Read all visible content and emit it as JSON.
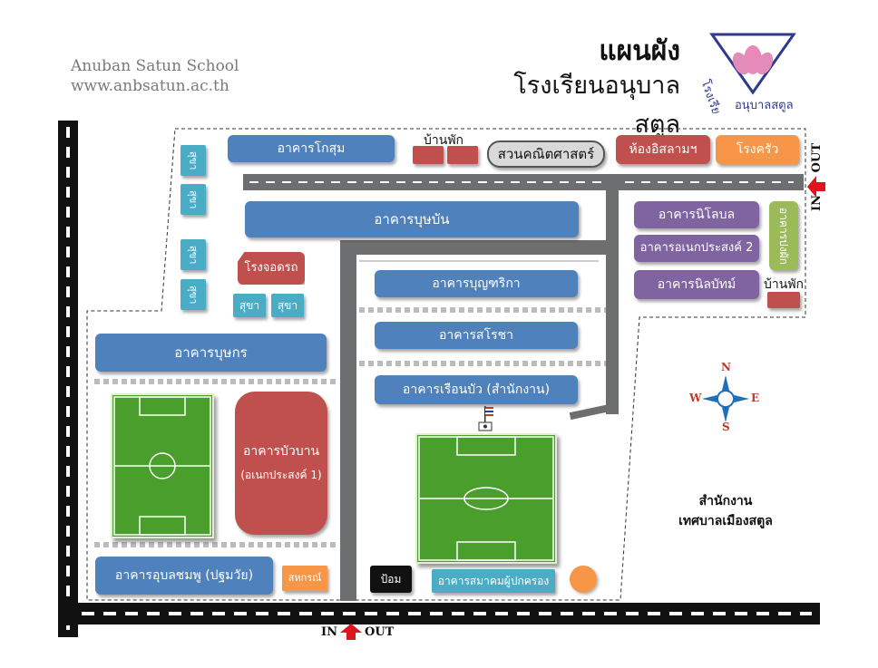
{
  "header": {
    "school_name_en": "Anuban Satun School",
    "website": "www.anbsatun.ac.th",
    "title_line1": "แผนผัง",
    "title_line2": "โรงเรียนอนุบาลสตูล",
    "logo_text": "โรงเรียนอนุบาลสตูล"
  },
  "buildings": {
    "kosum": "อาคารโกสุม",
    "residence_top": "บ้านพัก",
    "math_garden": "สวนคณิตศาสตร์",
    "islam_room": "ห้องอิสลามฯ",
    "kitchen": "โรงครัว",
    "butsaban": "อาคารบุษบัน",
    "nilobon": "อาคารนิโลบล",
    "anek2": "อาคารอเนกประสงค์ 2",
    "nilabat": "อาคารนิลบัทม์",
    "pongpang": "อาคารปงผัก",
    "residence_right": "บ้านพัก",
    "parking": "โรงจอดรถ",
    "toilet": "สุขา",
    "bunyarika": "อาคารบุญฑริกา",
    "sarocha": "อาคารสโรชา",
    "ruenbua": "อาคารเรือนบัว (สำนักงาน)",
    "butsakorn": "อาคารบุษกร",
    "buaban": "อาคารบัวบาน",
    "anek1": "(อเนกประสงค์ 1)",
    "ubonchomphu": "อาคารอุบลชมพู (ปฐมวัย)",
    "coop": "สหกรณ์",
    "guard": "ป้อม",
    "parents_assoc": "อาคารสมาคมผู้ปกครอง"
  },
  "municipal_office_line1": "สำนักงาน",
  "municipal_office_line2": "เทศบาลเมืองสตูล",
  "compass": {
    "n": "N",
    "s": "S",
    "e": "E",
    "w": "W"
  },
  "gates": {
    "in": "IN",
    "out": "OUT"
  },
  "colors": {
    "blue": "#4f81bd",
    "red": "#c0504d",
    "purple": "#8064a2",
    "orange": "#f79646",
    "green": "#9bbb59",
    "teal": "#4bacc6",
    "field": "#4a9e2c"
  }
}
